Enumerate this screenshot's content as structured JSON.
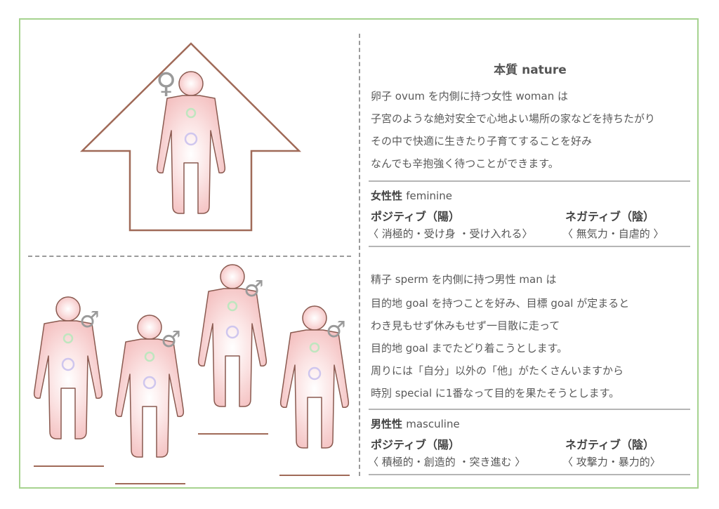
{
  "colors": {
    "frame": "#a6d38f",
    "house": "#a06a58",
    "figure_fill": "#f5c3c3",
    "figure_stroke": "#8a5a50",
    "symbol": "#9a9a9a",
    "chakra_green": "#bfe6bf",
    "chakra_violet": "#cfc6ee"
  },
  "symbols": {
    "female": "♀",
    "male": "♂"
  },
  "nature": {
    "title": "本質 nature"
  },
  "female_text": {
    "lines": [
      "卵子 ovum を内側に持つ女性 woman は",
      "子宮のような絶対安全で心地よい場所の家などを持ちたがり",
      "その中で快適に生きたり子育てすることを好み",
      "なんでも辛抱強く待つことができます。"
    ]
  },
  "feminine": {
    "label": "女性性",
    "label_en": "feminine",
    "positive_label": "ポジティブ（陽）",
    "positive_values": "〈 消極的・受け身 ・受け入れる〉",
    "negative_label": "ネガティブ（陰）",
    "negative_values": "〈 無気力・自虐的 〉"
  },
  "male_text": {
    "lines": [
      "精子 sperm を内側に持つ男性 man は",
      "目的地 goal を持つことを好み、目標 goal が定まると",
      "わき見もせず休みもせず一目散に走って",
      "目的地 goal までたどり着こうとします。",
      "周りには「自分」以外の「他」がたくさんいますから",
      "時別 special に1番なって目的を果たそうとします。"
    ]
  },
  "masculine": {
    "label": "男性性",
    "label_en": "masculine",
    "positive_label": "ポジティブ（陽）",
    "positive_values": "〈 積極的・創造的 ・突き進む 〉",
    "negative_label": "ネガティブ（陰）",
    "negative_values": "〈 攻撃力・暴力的〉"
  }
}
